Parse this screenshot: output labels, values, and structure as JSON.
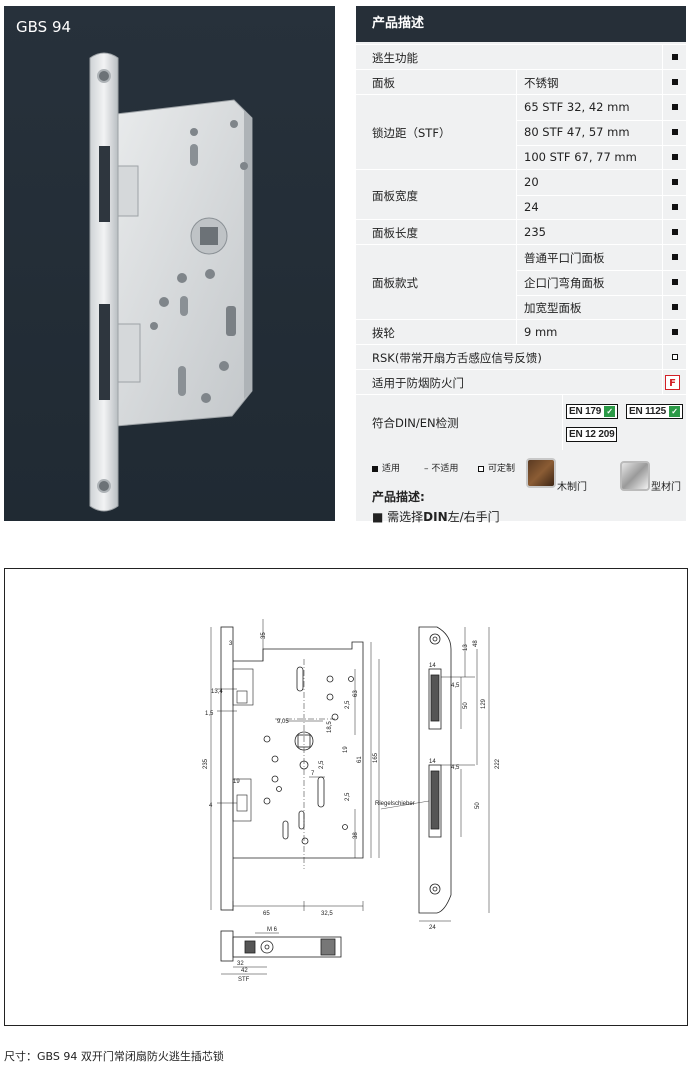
{
  "product": {
    "title": "GBS 94"
  },
  "spec": {
    "header": "产品描述",
    "rows": [
      {
        "label": "逃生功能",
        "values": [
          ""
        ],
        "marks": [
          "filled"
        ]
      },
      {
        "label": "面板",
        "values": [
          "不锈钢"
        ],
        "marks": [
          "filled"
        ]
      },
      {
        "label": "锁边距（STF）",
        "values": [
          "65 STF 32, 42 mm",
          "80 STF 47, 57 mm",
          "100 STF 67, 77 mm"
        ],
        "marks": [
          "filled",
          "filled",
          "filled"
        ]
      },
      {
        "label": "面板宽度",
        "values": [
          "20",
          "24"
        ],
        "marks": [
          "filled",
          "filled"
        ]
      },
      {
        "label": "面板长度",
        "values": [
          "235"
        ],
        "marks": [
          "filled"
        ]
      },
      {
        "label": "面板款式",
        "values": [
          "普通平口门面板",
          "企口门弯角面板",
          "加宽型面板"
        ],
        "marks": [
          "filled",
          "filled",
          "filled"
        ]
      },
      {
        "label": "拨轮",
        "values": [
          "9 mm"
        ],
        "marks": [
          "filled"
        ]
      },
      {
        "label": "RSK(带常开扇方舌感应信号反馈)",
        "values": [
          ""
        ],
        "marks": [
          "open"
        ]
      },
      {
        "label": "适用于防烟防火门",
        "values": [
          ""
        ],
        "marks": [
          "F"
        ]
      }
    ],
    "din_label": "符合DIN/EN检测",
    "standards": [
      "EN 179",
      "EN 1125",
      "EN 12 209"
    ],
    "legend": {
      "standard": "适用",
      "not_applicable": "– 不适用",
      "optional": "可定制"
    },
    "door_types": {
      "wood": "木制门",
      "frame": "型材门"
    },
    "description_title": "产品描述:",
    "description_prefix": "■ 需选择",
    "description_bold": "DIN",
    "description_suffix": "左/右手门",
    "badge_color": "#d31f26",
    "cert_color": "#2b9a47"
  },
  "drawing": {
    "dims": {
      "d3": "3",
      "d35": "35",
      "d134": "13,4",
      "d15": "1,5",
      "d905": "9,05",
      "d185": "18,5",
      "d235": "235",
      "d19a": "19",
      "d4": "4",
      "d7": "7",
      "d25a": "2,5",
      "d25b": "2,5",
      "d25c": "2,5",
      "d63": "63",
      "d19b": "19",
      "d61": "61",
      "d165": "165",
      "d38": "38",
      "d65": "65",
      "d325": "32,5",
      "d13": "13",
      "d48": "48",
      "d14a": "14",
      "d45a": "4,5",
      "d129": "129",
      "d50a": "50",
      "d222": "222",
      "d14b": "14",
      "d45b": "4,5",
      "d50b": "50",
      "d24": "24",
      "dM6": "M 6",
      "d32": "32",
      "d42": "42",
      "dSTF": "STF"
    },
    "riegel_label": "Riegelschieber"
  },
  "caption": "尺寸：GBS 94  双开门常闭扇防火逃生插芯锁"
}
